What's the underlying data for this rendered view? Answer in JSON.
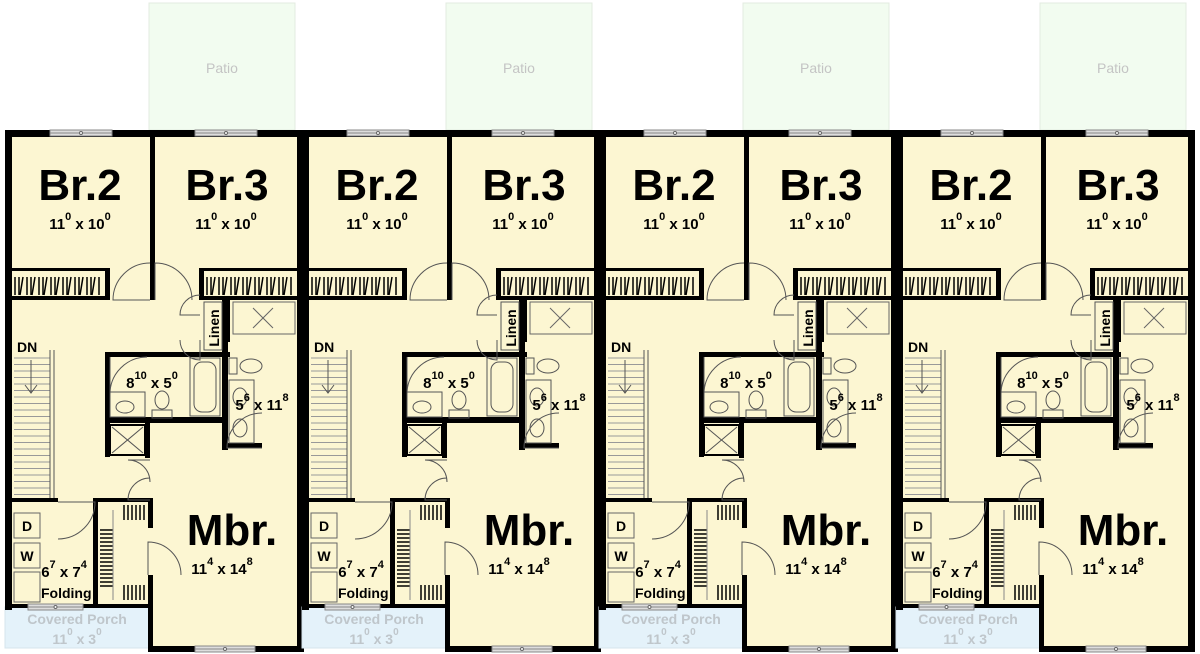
{
  "colors": {
    "floor": "#fcf6d2",
    "wall": "#000000",
    "patio": "#f2fcf0",
    "porch": "#e4f2fa"
  },
  "units": [
    {
      "patio": "Patio",
      "br2": {
        "name": "Br.2",
        "w": "11",
        "wi": "0",
        "h": "10",
        "hi": "0"
      },
      "br3": {
        "name": "Br.3",
        "w": "11",
        "wi": "0",
        "h": "10",
        "hi": "0"
      },
      "linen": "Linen",
      "dn": "DN",
      "bath": {
        "w": "8",
        "wi": "10",
        "h": "5",
        "hi": "0"
      },
      "mbath": {
        "w": "5",
        "wi": "6",
        "h": "11",
        "hi": "8"
      },
      "mbr": {
        "name": "Mbr.",
        "w": "11",
        "wi": "4",
        "h": "14",
        "hi": "8"
      },
      "laundry": {
        "d": "D",
        "wsh": "W",
        "w": "6",
        "wi": "7",
        "h": "7",
        "hi": "4",
        "folding": "Folding"
      },
      "porch": {
        "name": "Covered Porch",
        "w": "11",
        "wi": "0",
        "h": "3",
        "hi": "0"
      }
    },
    {
      "patio": "Patio",
      "br2": {
        "name": "Br.2",
        "w": "11",
        "wi": "0",
        "h": "10",
        "hi": "0"
      },
      "br3": {
        "name": "Br.3",
        "w": "11",
        "wi": "0",
        "h": "10",
        "hi": "0"
      },
      "linen": "Linen",
      "dn": "DN",
      "bath": {
        "w": "8",
        "wi": "10",
        "h": "5",
        "hi": "0"
      },
      "mbath": {
        "w": "5",
        "wi": "6",
        "h": "11",
        "hi": "8"
      },
      "mbr": {
        "name": "Mbr.",
        "w": "11",
        "wi": "4",
        "h": "14",
        "hi": "8"
      },
      "laundry": {
        "d": "D",
        "wsh": "W",
        "w": "6",
        "wi": "7",
        "h": "7",
        "hi": "4",
        "folding": "Folding"
      },
      "porch": {
        "name": "Covered Porch",
        "w": "11",
        "wi": "0",
        "h": "3",
        "hi": "0"
      }
    },
    {
      "patio": "Patio",
      "br2": {
        "name": "Br.2",
        "w": "11",
        "wi": "0",
        "h": "10",
        "hi": "0"
      },
      "br3": {
        "name": "Br.3",
        "w": "11",
        "wi": "0",
        "h": "10",
        "hi": "0"
      },
      "linen": "Linen",
      "dn": "DN",
      "bath": {
        "w": "8",
        "wi": "10",
        "h": "5",
        "hi": "0"
      },
      "mbath": {
        "w": "5",
        "wi": "6",
        "h": "11",
        "hi": "8"
      },
      "mbr": {
        "name": "Mbr.",
        "w": "11",
        "wi": "4",
        "h": "14",
        "hi": "8"
      },
      "laundry": {
        "d": "D",
        "wsh": "W",
        "w": "6",
        "wi": "7",
        "h": "7",
        "hi": "4",
        "folding": "Folding"
      },
      "porch": {
        "name": "Covered Porch",
        "w": "11",
        "wi": "0",
        "h": "3",
        "hi": "0"
      }
    },
    {
      "patio": "Patio",
      "br2": {
        "name": "Br.2",
        "w": "11",
        "wi": "0",
        "h": "10",
        "hi": "0"
      },
      "br3": {
        "name": "Br.3",
        "w": "11",
        "wi": "0",
        "h": "10",
        "hi": "0"
      },
      "linen": "Linen",
      "dn": "DN",
      "bath": {
        "w": "8",
        "wi": "10",
        "h": "5",
        "hi": "0"
      },
      "mbath": {
        "w": "5",
        "wi": "6",
        "h": "11",
        "hi": "8"
      },
      "mbr": {
        "name": "Mbr.",
        "w": "11",
        "wi": "4",
        "h": "14",
        "hi": "8"
      },
      "laundry": {
        "d": "D",
        "wsh": "W",
        "w": "6",
        "wi": "7",
        "h": "7",
        "hi": "4",
        "folding": "Folding"
      },
      "porch": {
        "name": "Covered Porch",
        "w": "11",
        "wi": "0",
        "h": "3",
        "hi": "0"
      }
    }
  ]
}
